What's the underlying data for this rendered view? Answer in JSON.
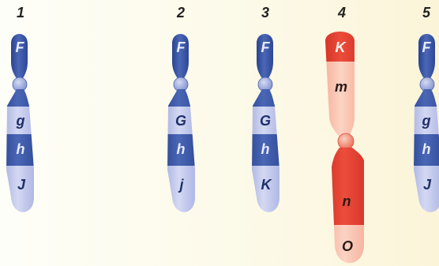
{
  "chromosomes": [
    {
      "number": "1",
      "color": "blue",
      "top": [
        "F"
      ],
      "bottom": [
        "g",
        "h",
        "J"
      ]
    },
    {
      "number": "2",
      "color": "blue",
      "top": [
        "F"
      ],
      "bottom": [
        "G",
        "h",
        "j"
      ]
    },
    {
      "number": "3",
      "color": "blue",
      "top": [
        "F"
      ],
      "bottom": [
        "G",
        "h",
        "K"
      ]
    },
    {
      "number": "4",
      "color": "red",
      "top": [
        "K",
        "m"
      ],
      "bottom": [
        "n",
        "O"
      ]
    },
    {
      "number": "5",
      "color": "blue",
      "top": [
        "F"
      ],
      "bottom": [
        "g",
        "h",
        "J"
      ]
    }
  ],
  "colors": {
    "blue_dark": "#3d5aa8",
    "blue_light": "#c4cbeb",
    "red_dark": "#d9382a",
    "red_light": "#f7b9a5",
    "label": "#222222"
  }
}
